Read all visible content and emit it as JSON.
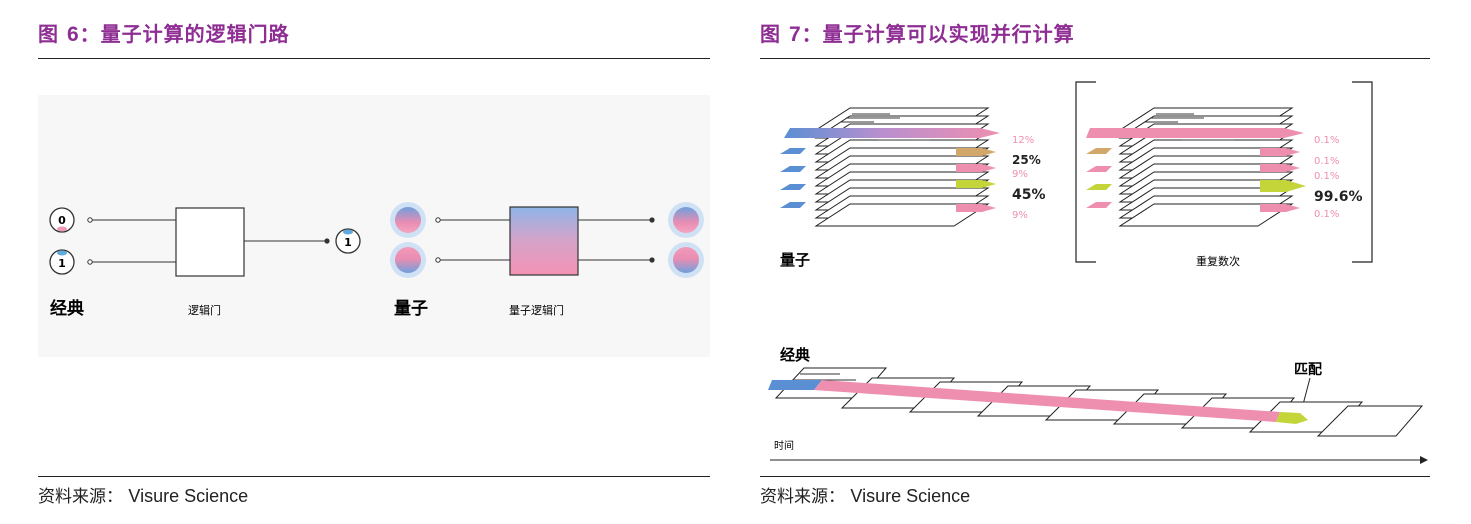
{
  "figure6": {
    "title_prefix": "图 ",
    "title_number": "6",
    "title_text": "：量子计算的逻辑门路",
    "input_zero": "0",
    "input_one": "1",
    "output_one": "1",
    "label_classical": "经典",
    "label_logic_gate": "逻辑门",
    "label_quantum": "量子",
    "label_quantum_gate": "量子逻辑门",
    "source_prefix": "资料来源：",
    "source_name": "Visure Science"
  },
  "figure7": {
    "title_prefix": "图 ",
    "title_number": "7",
    "title_text": "：量子计算可以实现并行计算",
    "quantum_percents": [
      "12%",
      "25%",
      "9%",
      "45%",
      "9%"
    ],
    "repeat_percents": [
      "0.1%",
      "0.1%",
      "0.1%",
      "99.6%",
      "0.1%"
    ],
    "label_quantum": "量子",
    "label_repeat": "重复数次",
    "label_classical": "经典",
    "label_match": "匹配",
    "label_time": "时间",
    "source_prefix": "资料来源：",
    "source_name": "Visure Science"
  },
  "colors": {
    "title": "#8e2d93",
    "pink": "#ee8fb0",
    "blue": "#5b8fd3",
    "tan": "#d2a86a",
    "lime": "#c4d53a",
    "panel_bg": "#f7f7f7"
  }
}
